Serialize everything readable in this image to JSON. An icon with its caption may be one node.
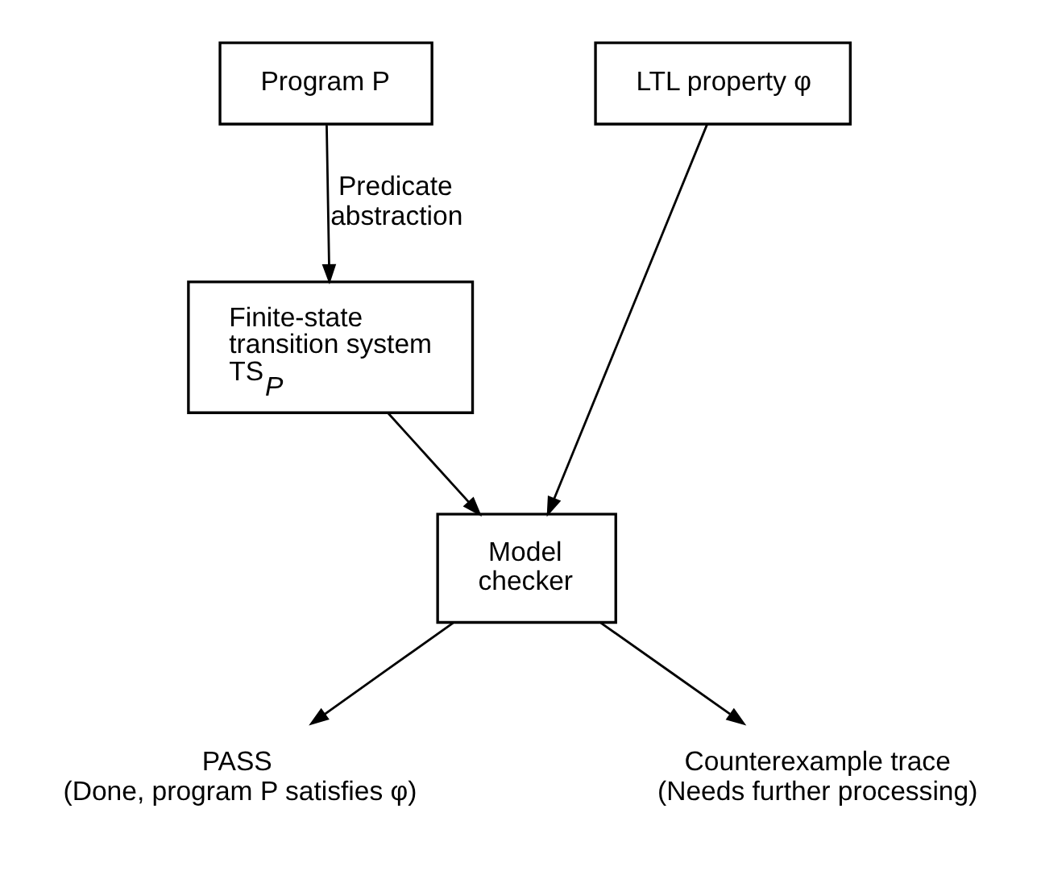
{
  "diagram": {
    "nodes": [
      {
        "text": [
          "Program P"
        ]
      },
      {
        "text": [
          "LTL property φ"
        ]
      },
      {
        "text": [
          "Finite-state transition system TS$_{P}$"
        ]
      },
      {
        "text": [
          "Model checker"
        ]
      },
      {
        "text": [
          "PASS",
          "(Done, program P satisfies φ)"
        ]
      },
      {
        "text": [
          "Counterexample trace",
          "(Needs further processing)"
        ]
      }
    ],
    "edges": [
      {
        "from": 0,
        "to": 2,
        "arrow": "to",
        "label": "Predicate abstraction"
      },
      {
        "from": 2,
        "to": 3,
        "arrow": "to"
      },
      {
        "from": 1,
        "to": 3,
        "arrow": "to"
      },
      {
        "from": 3,
        "to": 4,
        "arrow": "to"
      },
      {
        "from": 3,
        "to": 5,
        "arrow": "to"
      }
    ]
  }
}
